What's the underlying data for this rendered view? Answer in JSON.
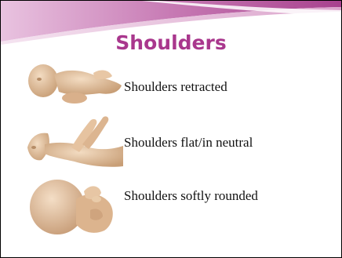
{
  "slide": {
    "title": "Shoulders",
    "title_color": "#a9378d",
    "accent_colors": [
      "#c87fb8",
      "#b04a96",
      "#e8c9e2"
    ],
    "items": [
      {
        "label": "Shoulders retracted",
        "illustration": "infant-supine-illustration"
      },
      {
        "label": "Shoulders flat/in neutral",
        "illustration": "infant-arms-raised-illustration"
      },
      {
        "label": "Shoulders softly rounded",
        "illustration": "infant-curled-illustration"
      }
    ]
  }
}
